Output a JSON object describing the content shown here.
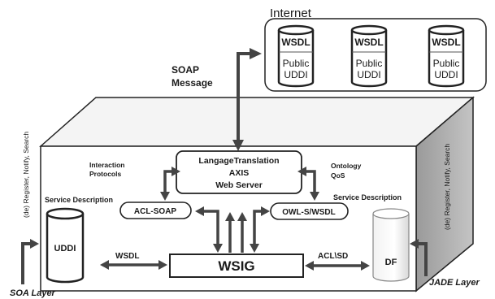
{
  "internet": {
    "title": "Internet",
    "registries": [
      {
        "top": "WSDL",
        "line1": "Public",
        "line2": "UDDI"
      },
      {
        "top": "WSDL",
        "line1": "Public",
        "line2": "UDDI"
      },
      {
        "top": "WSDL",
        "line1": "Public",
        "line2": "UDDI"
      }
    ]
  },
  "soap": {
    "line1": "SOAP",
    "line2": "Message"
  },
  "translation_box": {
    "line1": "LangageTranslation",
    "line2": "AXIS",
    "line3": "Web Server"
  },
  "interaction_label": {
    "line1": "Interaction",
    "line2": "Protocols"
  },
  "ontology_label": {
    "line1": "Ontology",
    "line2": "QoS"
  },
  "service_description_left": "Service Description",
  "service_description_right": "Service Description",
  "acl_soap": "ACL-SOAP",
  "owl_wsdl": "OWL-S/WSDL",
  "wsig": "WSIG",
  "uddi": "UDDI",
  "df": "DF",
  "wsdl_arrow_label": "WSDL",
  "acl_sd_label": "ACL\\SD",
  "left_side_text": "(de) Register, Notify, Search",
  "right_side_text": "(de) Register, Notify, Search",
  "soa_layer": "SOA Layer",
  "jade_layer": "JADE Layer"
}
